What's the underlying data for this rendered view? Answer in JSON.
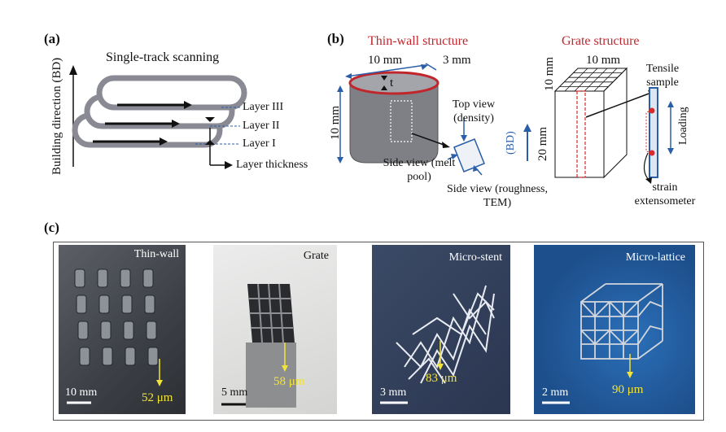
{
  "panel_a": {
    "tag": "(a)",
    "title": "Single-track scanning",
    "axis_label": "Building direction (BD)",
    "layer3": "Layer III",
    "layer2": "Layer II",
    "layer1": "Layer I",
    "layer_thickness": "Layer thickness"
  },
  "panel_b": {
    "tag": "(b)",
    "thin_wall_title": "Thin-wall structure",
    "grate_title": "Grate structure",
    "tw_width": "10 mm",
    "tw_depth": "3 mm",
    "tw_height": "10 mm",
    "tw_thickness": "t",
    "top_view": "Top view (density)",
    "side_view_melt": "Side view (melt pool)",
    "side_view_rough": "Side view (roughness, TEM)",
    "bd": "(BD)",
    "gr_width": "10 mm",
    "gr_depth": "10 mm",
    "gr_height": "20 mm",
    "tensile": "Tensile sample",
    "loading": "Loading",
    "strain": "strain extensometer"
  },
  "panel_c": {
    "tag": "(c)",
    "photos": [
      {
        "title": "Thin-wall",
        "scale": "10 mm",
        "measure": "52 μm"
      },
      {
        "title": "Grate",
        "scale": "5 mm",
        "measure": "58 μm"
      },
      {
        "title": "Micro-stent",
        "scale": "3 mm",
        "measure": "83 μm"
      },
      {
        "title": "Micro-lattice",
        "scale": "2 mm",
        "measure": "90 μm"
      }
    ]
  },
  "colors": {
    "accent_red": "#c0272d",
    "accent_blue": "#2a5ea8",
    "measure_yellow": "#f2e33a"
  }
}
